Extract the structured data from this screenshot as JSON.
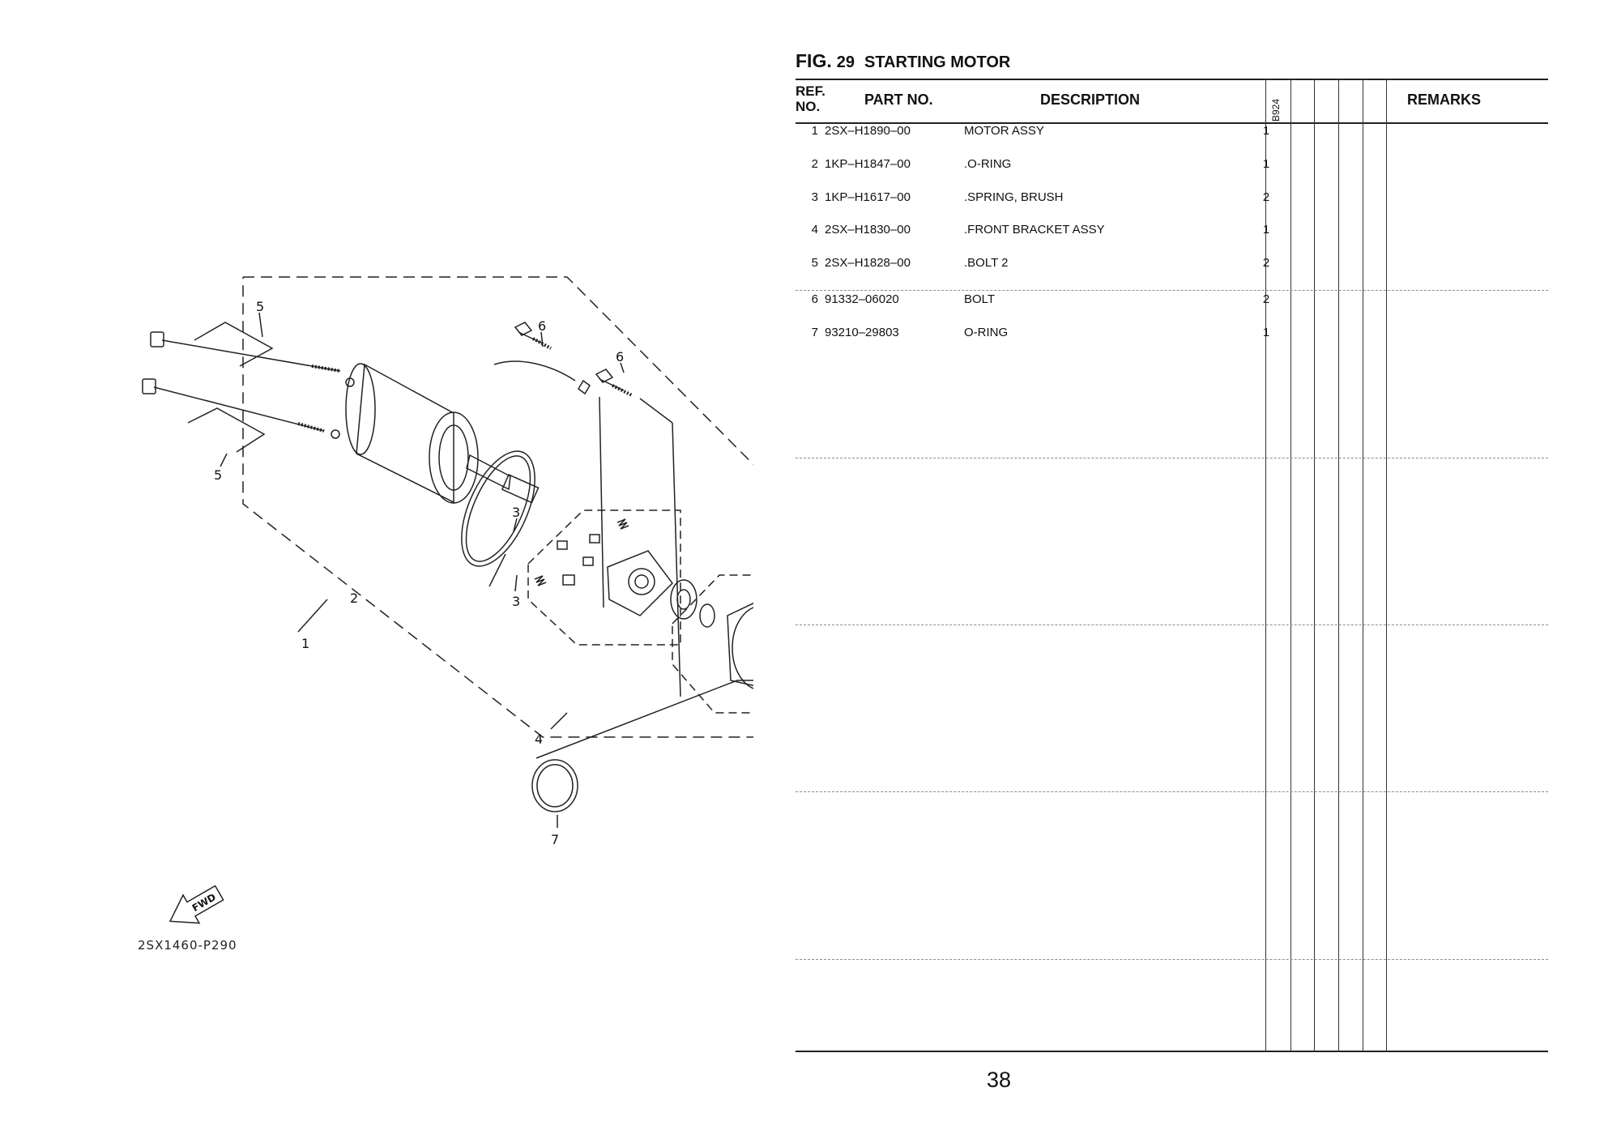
{
  "figure": {
    "fig_word": "FIG.",
    "number": "29",
    "title": "STARTING MOTOR"
  },
  "table": {
    "headers": {
      "ref_no": "REF.\nNO.",
      "part_no": "PART NO.",
      "description": "DESCRIPTION",
      "model_code": "B924",
      "remarks": "REMARKS"
    },
    "rows": [
      {
        "ref": "1",
        "part_no": "2SX–H1890–00",
        "description": "MOTOR ASSY",
        "qty": "1"
      },
      {
        "ref": "2",
        "part_no": "1KP–H1847–00",
        "description": ".O-RING",
        "qty": "1"
      },
      {
        "ref": "3",
        "part_no": "1KP–H1617–00",
        "description": ".SPRING, BRUSH",
        "qty": "2"
      },
      {
        "ref": "4",
        "part_no": "2SX–H1830–00",
        "description": ".FRONT BRACKET ASSY",
        "qty": "1"
      },
      {
        "ref": "5",
        "part_no": "2SX–H1828–00",
        "description": ".BOLT 2",
        "qty": "2"
      },
      {
        "ref": "6",
        "part_no": "91332–06020",
        "description": "BOLT",
        "qty": "2"
      },
      {
        "ref": "7",
        "part_no": "93210–29803",
        "description": "O-RING",
        "qty": "1"
      }
    ]
  },
  "diagram": {
    "callouts": [
      "5",
      "6",
      "6",
      "5",
      "3",
      "2",
      "3",
      "1",
      "4",
      "7"
    ],
    "fwd_label": "FWD",
    "drawing_code": "2SX1460-P290"
  },
  "page_number": "38"
}
